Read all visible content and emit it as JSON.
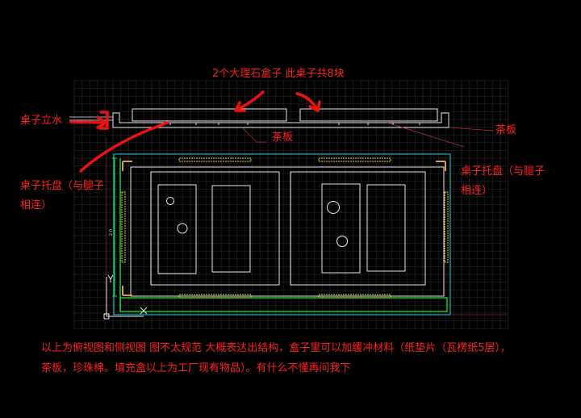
{
  "labels": {
    "top_title": "2个大理石盒子   此桌子共8块",
    "riser": "桌子立水",
    "board_side": "茶板",
    "board_center": "茶板",
    "tray_left_line1": "桌子托盘（与腿子",
    "tray_left_line2": "相连）",
    "tray_right_line1": "桌子托盘（与腿子",
    "tray_right_line2": "相连）",
    "dim_text": "2:0"
  },
  "note": {
    "line1": "以上为俯视图和侧视图 图不太规范 大概表达出结构，盒子里可以加缓冲材料（纸垫片（瓦楞纸5层），",
    "line2": "茶板，珍珠棉。填充盒以上为工厂现有物品）。有什么不懂再问我下"
  },
  "colors": {
    "background": "#000000",
    "annotation": "#ff2020",
    "grid": "#262626",
    "grid_major": "#383838",
    "outline": "#e8e8e8",
    "cyan": "#19a6b0",
    "green": "#22dd33",
    "yellow": "#d8d832"
  }
}
